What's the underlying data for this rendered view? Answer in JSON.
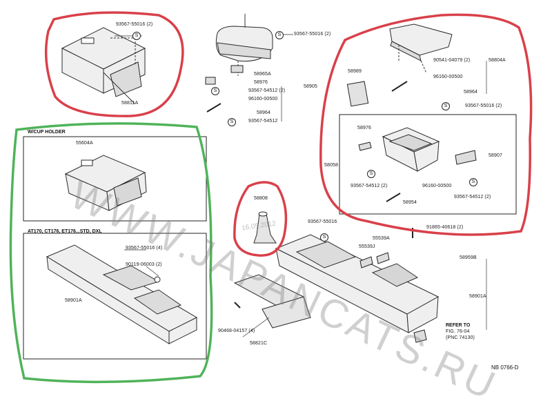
{
  "watermark": "WWW.JAPANCATS.RU",
  "date_stamp": "16.05.2012",
  "diagram_code": "NB 0766-D",
  "colors": {
    "red_highlight": "#d9404a",
    "green_highlight": "#4fb35a",
    "line": "#2a2a2a",
    "part_fill": "#ededed"
  },
  "group_top_left": {
    "part1": "93567-55016 (2)",
    "part2": "58811A"
  },
  "group_top_center": {
    "p1": "93567-55016 (2)",
    "p2": "58965A",
    "p3": "58976",
    "p4": "58905",
    "p5": "93567-54512 (2)",
    "p6": "96160-00500",
    "p7": "58964",
    "p8": "93567-54512"
  },
  "group_top_right": {
    "p1": "58989",
    "p2": "90541-04079 (2)",
    "p3": "58804A",
    "p4": "96160-00500",
    "p5": "58964"
  },
  "group_right_box": {
    "p1": "93567-55016 (2)",
    "p2": "58976",
    "p3": "58907",
    "p4": "58058",
    "p5": "93567-54512 (2)",
    "p6": "96160-00500",
    "p7": "58954",
    "p8": "93567-54512 (2)"
  },
  "cup_holder": {
    "title": "W/CUP HOLDER",
    "p1": "55604A"
  },
  "left_lower": {
    "title": "AT170, CT176, ET176...STD, DXL",
    "p1": "93567-55016 (4)",
    "p2": "90119-06003 (2)",
    "p3": "58901A"
  },
  "boot": {
    "p1": "58808"
  },
  "bottom_center": {
    "p1": "93567-55016",
    "p2": "91865-40618 (2)",
    "p3": "55539A",
    "p4": "55539J",
    "p5": "58959B",
    "p6": "58901A",
    "p7": "90468-04157 (4)",
    "p8": "58821C"
  },
  "refer": {
    "line1": "REFER TO",
    "line2": "FIG. 76-04",
    "line3": "(PNC 74130)"
  },
  "screw_symbol": "S"
}
